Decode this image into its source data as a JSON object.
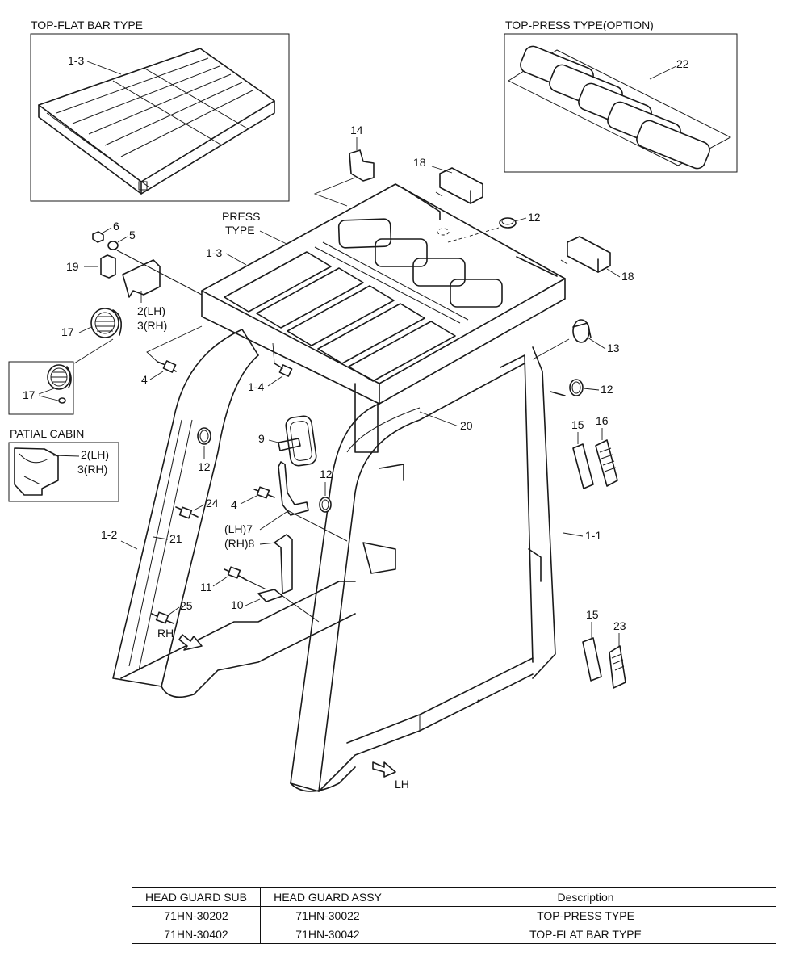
{
  "insets": {
    "flat_bar": {
      "title": "TOP-FLAT BAR TYPE",
      "label": "1-3"
    },
    "press_option": {
      "title": "TOP-PRESS TYPE(OPTION)",
      "label": "22"
    },
    "lamp_detail": {
      "label": "17"
    },
    "patial_cabin": {
      "title": "PATIAL CABIN",
      "label_lh": "2(LH)",
      "label_rh": "3(RH)"
    }
  },
  "callouts": {
    "press_type_1": "PRESS",
    "press_type_2": "TYPE",
    "c_1_3": "1-3",
    "c_14": "14",
    "c_18a": "18",
    "c_18b": "18",
    "c_12a": "12",
    "c_6": "6",
    "c_5": "5",
    "c_19": "19",
    "c_2lh": "2(LH)",
    "c_3rh": "3(RH)",
    "c_17": "17",
    "c_4a": "4",
    "c_1_4": "1-4",
    "c_13": "13",
    "c_12b": "12",
    "c_20": "20",
    "c_9": "9",
    "c_12c": "12",
    "c_15a": "15",
    "c_16": "16",
    "c_12d": "12",
    "c_24": "24",
    "c_4b": "4",
    "c_lh7": "(LH)7",
    "c_rh8": "(RH)8",
    "c_1_2": "1-2",
    "c_21": "21",
    "c_1_1": "1-1",
    "c_11": "11",
    "c_10": "10",
    "c_25": "25",
    "c_rh": "RH",
    "c_15b": "15",
    "c_23": "23",
    "c_lh": "LH"
  },
  "table": {
    "headers": [
      "HEAD GUARD SUB",
      "HEAD GUARD ASSY",
      "Description"
    ],
    "rows": [
      [
        "71HN-30202",
        "71HN-30022",
        "TOP-PRESS TYPE"
      ],
      [
        "71HN-30402",
        "71HN-30042",
        "TOP-FLAT BAR TYPE"
      ]
    ]
  }
}
